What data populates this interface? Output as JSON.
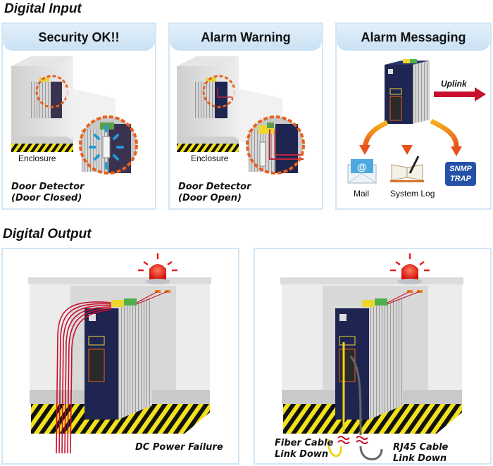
{
  "sections": {
    "input_title": "Digital Input",
    "output_title": "Digital Output"
  },
  "input_panels": [
    {
      "header": "Security OK!!",
      "enclosure_label": "Enclosure",
      "caption_line1": "Door Detector",
      "caption_line2": "(Door Closed)"
    },
    {
      "header": "Alarm Warning",
      "enclosure_label": "Enclosure",
      "caption_line1": "Door Detector",
      "caption_line2": "(Door Open)"
    },
    {
      "header": "Alarm Messaging",
      "uplink_label": "Uplink",
      "targets": [
        {
          "label": "Mail",
          "icon": "mail-icon"
        },
        {
          "label": "System Log",
          "icon": "book-icon"
        },
        {
          "label": "SNMP TRAP",
          "icon": "snmp-trap-icon",
          "line1": "SNMP",
          "line2": "TRAP"
        }
      ]
    }
  ],
  "output_panels": [
    {
      "caption": "DC Power Failure"
    },
    {
      "fiber_line1": "Fiber Cable",
      "fiber_line2": "Link Down",
      "rj45_line1": "RJ45 Cable",
      "rj45_line2": "Link Down"
    }
  ],
  "colors": {
    "panel_border": "#d3e6f5",
    "header_bg": "#c9e1f4",
    "alert_orange": "#e8601c",
    "alarm_red": "#e02020",
    "switch_navy": "#1e2550",
    "snmp_blue": "#2552a8",
    "hazard_yellow": "#f2e21c"
  }
}
